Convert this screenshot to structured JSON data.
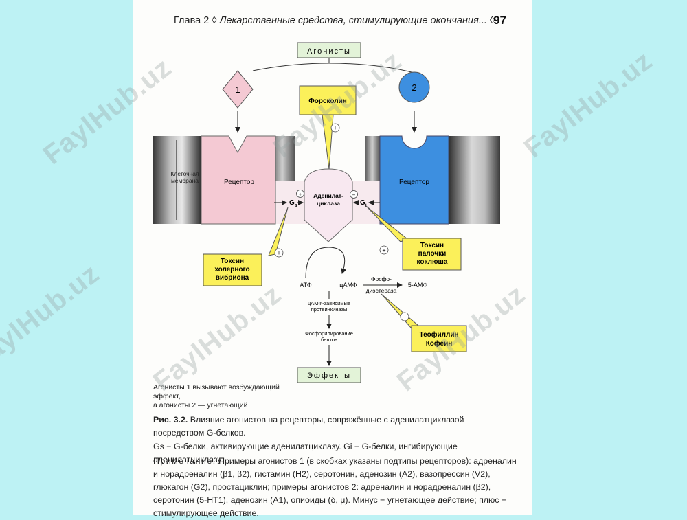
{
  "header": {
    "chapter": "Глава 2",
    "separator": "◊",
    "title": "Лекарственные средства, стимулирующие окончания...",
    "separator2": "◊",
    "page_number": "97"
  },
  "diagram": {
    "agonists": "Агонисты",
    "agonist1": "1",
    "agonist2": "2",
    "forskolin": "Форсколин",
    "membrane_label_1": "Клеточная",
    "membrane_label_2": "мембрана",
    "receptor_left": "Рецептор",
    "receptor_right": "Рецептор",
    "gs": "G",
    "gs_sub": "s",
    "gi": "G",
    "gi_sub": "i",
    "adenylate_1": "Аденилат-",
    "adenylate_2": "циклаза",
    "plus": "+",
    "minus": "−",
    "toxin_cholera": [
      "Токсин",
      "холерного",
      "вибриона"
    ],
    "toxin_pertussis": [
      "Токсин",
      "палочки",
      "коклюша"
    ],
    "atp": "АТФ",
    "camp": "цАМФ",
    "pde_1": "Фосфо-",
    "pde_2": "диэстераза",
    "amp5": "5-АМФ",
    "pk_1": "цАМФ-зависимые",
    "pk_2": "протеинкиназы",
    "phos_1": "Фосфорилирование",
    "phos_2": "белков",
    "theophylline_1": "Теофиллин",
    "theophylline_2": "Кофеин",
    "effects": "Эффекты",
    "footnote_1": "Агонисты 1 вызывают возбуждающий эффект,",
    "footnote_2": "а агонисты 2 — угнетающий"
  },
  "caption": {
    "fig_label": "Рис. 3.2.",
    "fig_text": " Влияние агонистов на рецепторы, сопряжённые с аденилатциклазой посредством G-белков.",
    "line2": "Gs − G-белки, активирующие аденилатциклазу. Gi − G-белки, ингибирующие аденилатциклазу.",
    "note_label": "Примечание.",
    "note_text": " Примеры агонистов 1 (в скобках указаны подтипы рецепторов): адреналин и норадреналин (β1, β2), гистамин (H2), серотонин, аденозин (A2), вазопрессин (V2), глюкагон (G2), простациклин; примеры агонистов 2: адреналин и норадреналин (β2), серотонин (5-HT1), аденозин (A1), опиоиды (δ, μ). Минус − угнетающее действие; плюс − стимулирующее действие."
  },
  "watermark": "FaylHub.uz",
  "colors": {
    "page_bg": "#bdf2f4",
    "receptor_pink": "#f4c9d3",
    "receptor_blue": "#3d8fe0",
    "yellow_label": "#fbf05a",
    "green_box": "#e3f3d8"
  }
}
